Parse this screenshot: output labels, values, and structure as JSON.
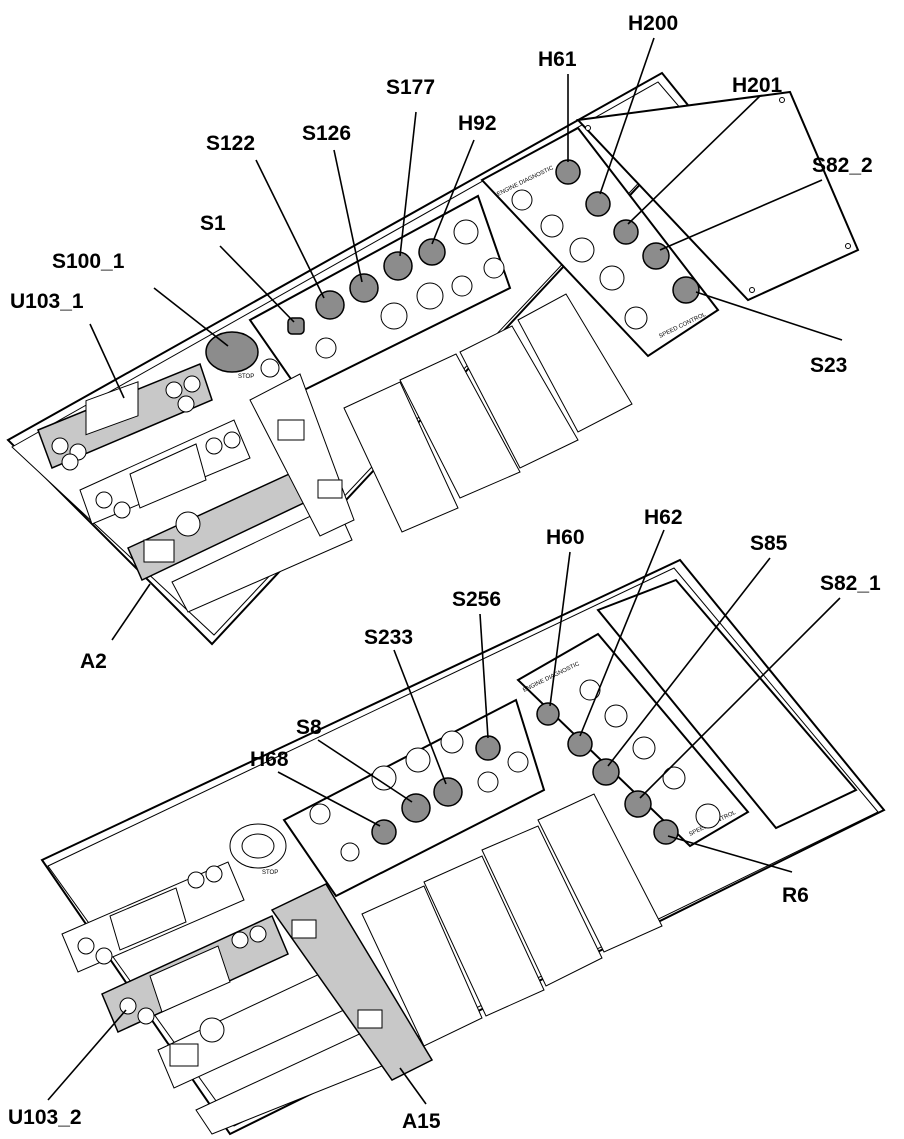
{
  "callouts_top": [
    {
      "id": "S100_1",
      "text": "S100_1"
    },
    {
      "id": "U103_1",
      "text": "U103_1"
    },
    {
      "id": "S1",
      "text": "S1"
    },
    {
      "id": "S122",
      "text": "S122"
    },
    {
      "id": "S126",
      "text": "S126"
    },
    {
      "id": "S177",
      "text": "S177"
    },
    {
      "id": "H92",
      "text": "H92"
    },
    {
      "id": "H61",
      "text": "H61"
    },
    {
      "id": "H200",
      "text": "H200"
    },
    {
      "id": "H201",
      "text": "H201"
    },
    {
      "id": "S82_2",
      "text": "S82_2"
    },
    {
      "id": "S23",
      "text": "S23"
    },
    {
      "id": "A2",
      "text": "A2"
    }
  ],
  "callouts_bottom": [
    {
      "id": "H60",
      "text": "H60"
    },
    {
      "id": "H62",
      "text": "H62"
    },
    {
      "id": "S85",
      "text": "S85"
    },
    {
      "id": "S256",
      "text": "S256"
    },
    {
      "id": "S233",
      "text": "S233"
    },
    {
      "id": "S8",
      "text": "S8"
    },
    {
      "id": "S82_1",
      "text": "S82_1"
    },
    {
      "id": "H68",
      "text": "H68"
    },
    {
      "id": "R6",
      "text": "R6"
    },
    {
      "id": "U103_2",
      "text": "U103_2"
    },
    {
      "id": "A15",
      "text": "A15"
    }
  ],
  "panel_text": {
    "engine_diag_top": "ENGINE DIAGNOSTIC",
    "speed_control_top": "SPEED CONTROL",
    "engine_diag_bottom": "ENGINE DIAGNOSTIC",
    "speed_control_bottom": "SPEED CONTROL",
    "stop_top": "STOP",
    "stop_bottom": "STOP"
  }
}
